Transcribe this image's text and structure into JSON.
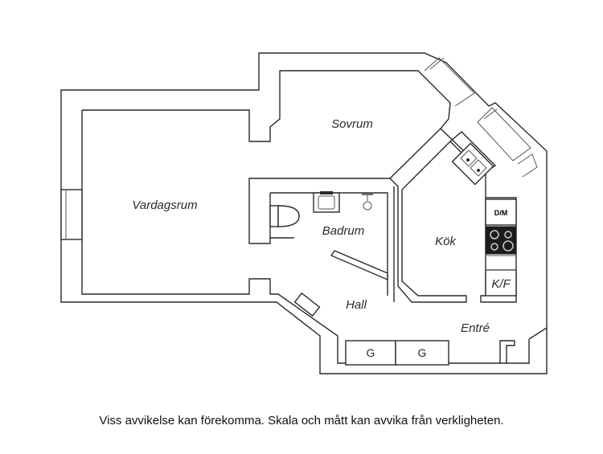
{
  "rooms": {
    "vardagsrum": "Vardagsrum",
    "sovrum": "Sovrum",
    "badrum": "Badrum",
    "kok": "Kök",
    "hall": "Hall",
    "entre": "Entré"
  },
  "appliances": {
    "dm": "D/M",
    "kf": "K/F",
    "g1": "G",
    "g2": "G"
  },
  "disclaimer": "Viss avvikelse kan förekomma. Skala och mått kan avvika från verkligheten.",
  "colors": {
    "wall_stroke": "#2a2a2a",
    "background": "#ffffff"
  },
  "icons": [
    "sink-icon",
    "washbasin-icon",
    "shower-icon",
    "toilet-icon",
    "stove-icon",
    "window-icon"
  ]
}
